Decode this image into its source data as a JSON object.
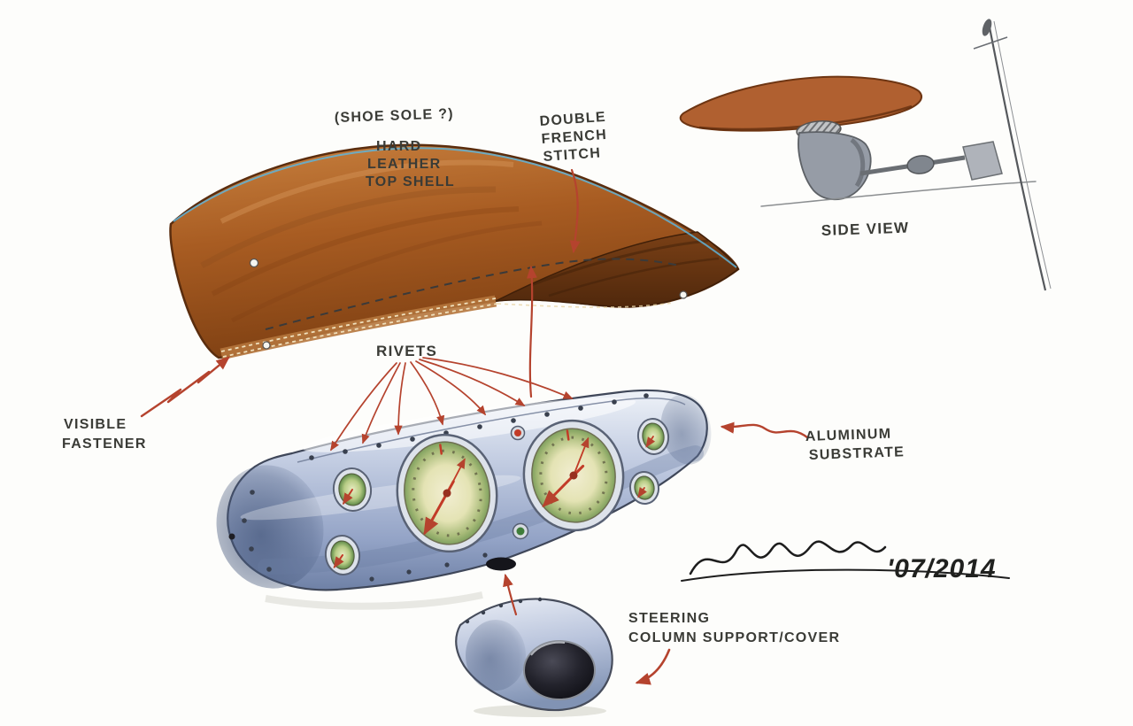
{
  "colors": {
    "arrow_red": "#b5432e",
    "leather_brown": "#a85c22",
    "aluminum_blue": "#b6c2dc",
    "gauge_face_green": "#a8bb79",
    "ink": "#3a3b36"
  },
  "annotations": {
    "shoe_sole_note": "(SHOE SOLE ?)",
    "top_shell_line1": "HARD",
    "top_shell_line2": "LEATHER",
    "top_shell_line3": "TOP SHELL",
    "stitch_line1": "DOUBLE",
    "stitch_line2": "FRENCH",
    "stitch_line3": "STITCH",
    "rivets": "RIVETS",
    "fastener_line1": "VISIBLE",
    "fastener_line2": "FASTENER",
    "substrate_line1": "ALUMINUM",
    "substrate_line2": "SUBSTRATE",
    "column_line1": "STEERING",
    "column_line2": "COLUMN SUPPORT/COVER",
    "side_view": "SIDE VIEW"
  },
  "signature": {
    "date": "'07/2014"
  }
}
